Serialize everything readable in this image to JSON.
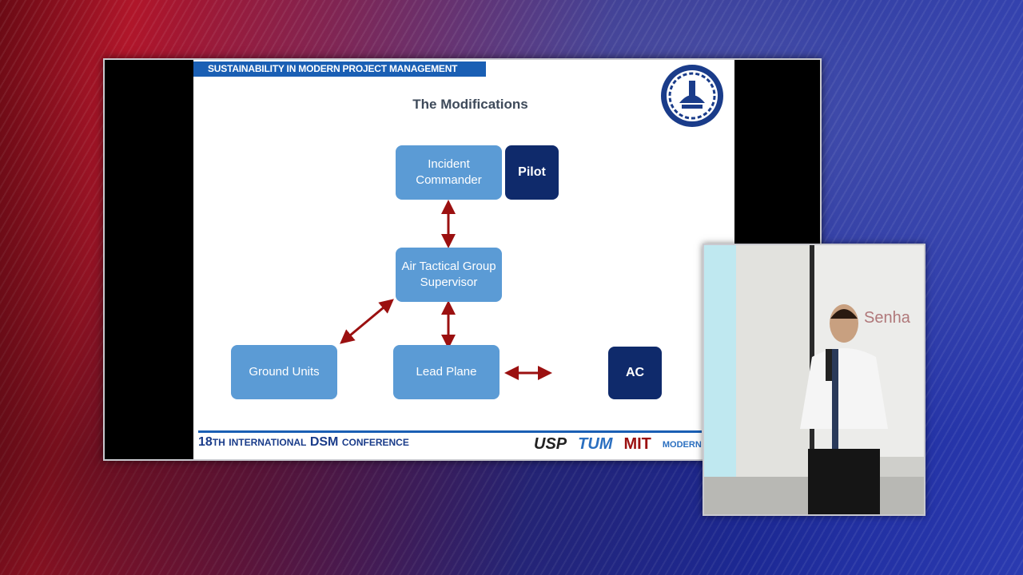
{
  "slide": {
    "banner": "SUSTAINABILITY IN MODERN PROJECT MANAGEMENT",
    "title": "The Modifications",
    "boxes": {
      "incident_commander": "Incident Commander",
      "pilot": "Pilot",
      "air_tactical": "Air Tactical Group Supervisor",
      "ground_units": "Ground Units",
      "lead_plane": "Lead Plane",
      "ac": "AC"
    },
    "footer": {
      "num": "18",
      "th": "TH",
      "intl": "INTERNATIONAL",
      "dsm": "DSM",
      "conf": "CONFERENCE",
      "sponsor1": "USP",
      "sponsor2": "TUM",
      "sponsor3": "MIT",
      "sponsor4": "MODERN"
    }
  },
  "speaker_video": {
    "whiteboard_text": "Senha"
  },
  "colors": {
    "banner": "#1a5fb4",
    "light_box": "#5b9bd5",
    "dark_box": "#0f2a6b",
    "arrow": "#9b1010"
  },
  "icons": [
    "university-seal-icon",
    "double-arrow-icon"
  ]
}
